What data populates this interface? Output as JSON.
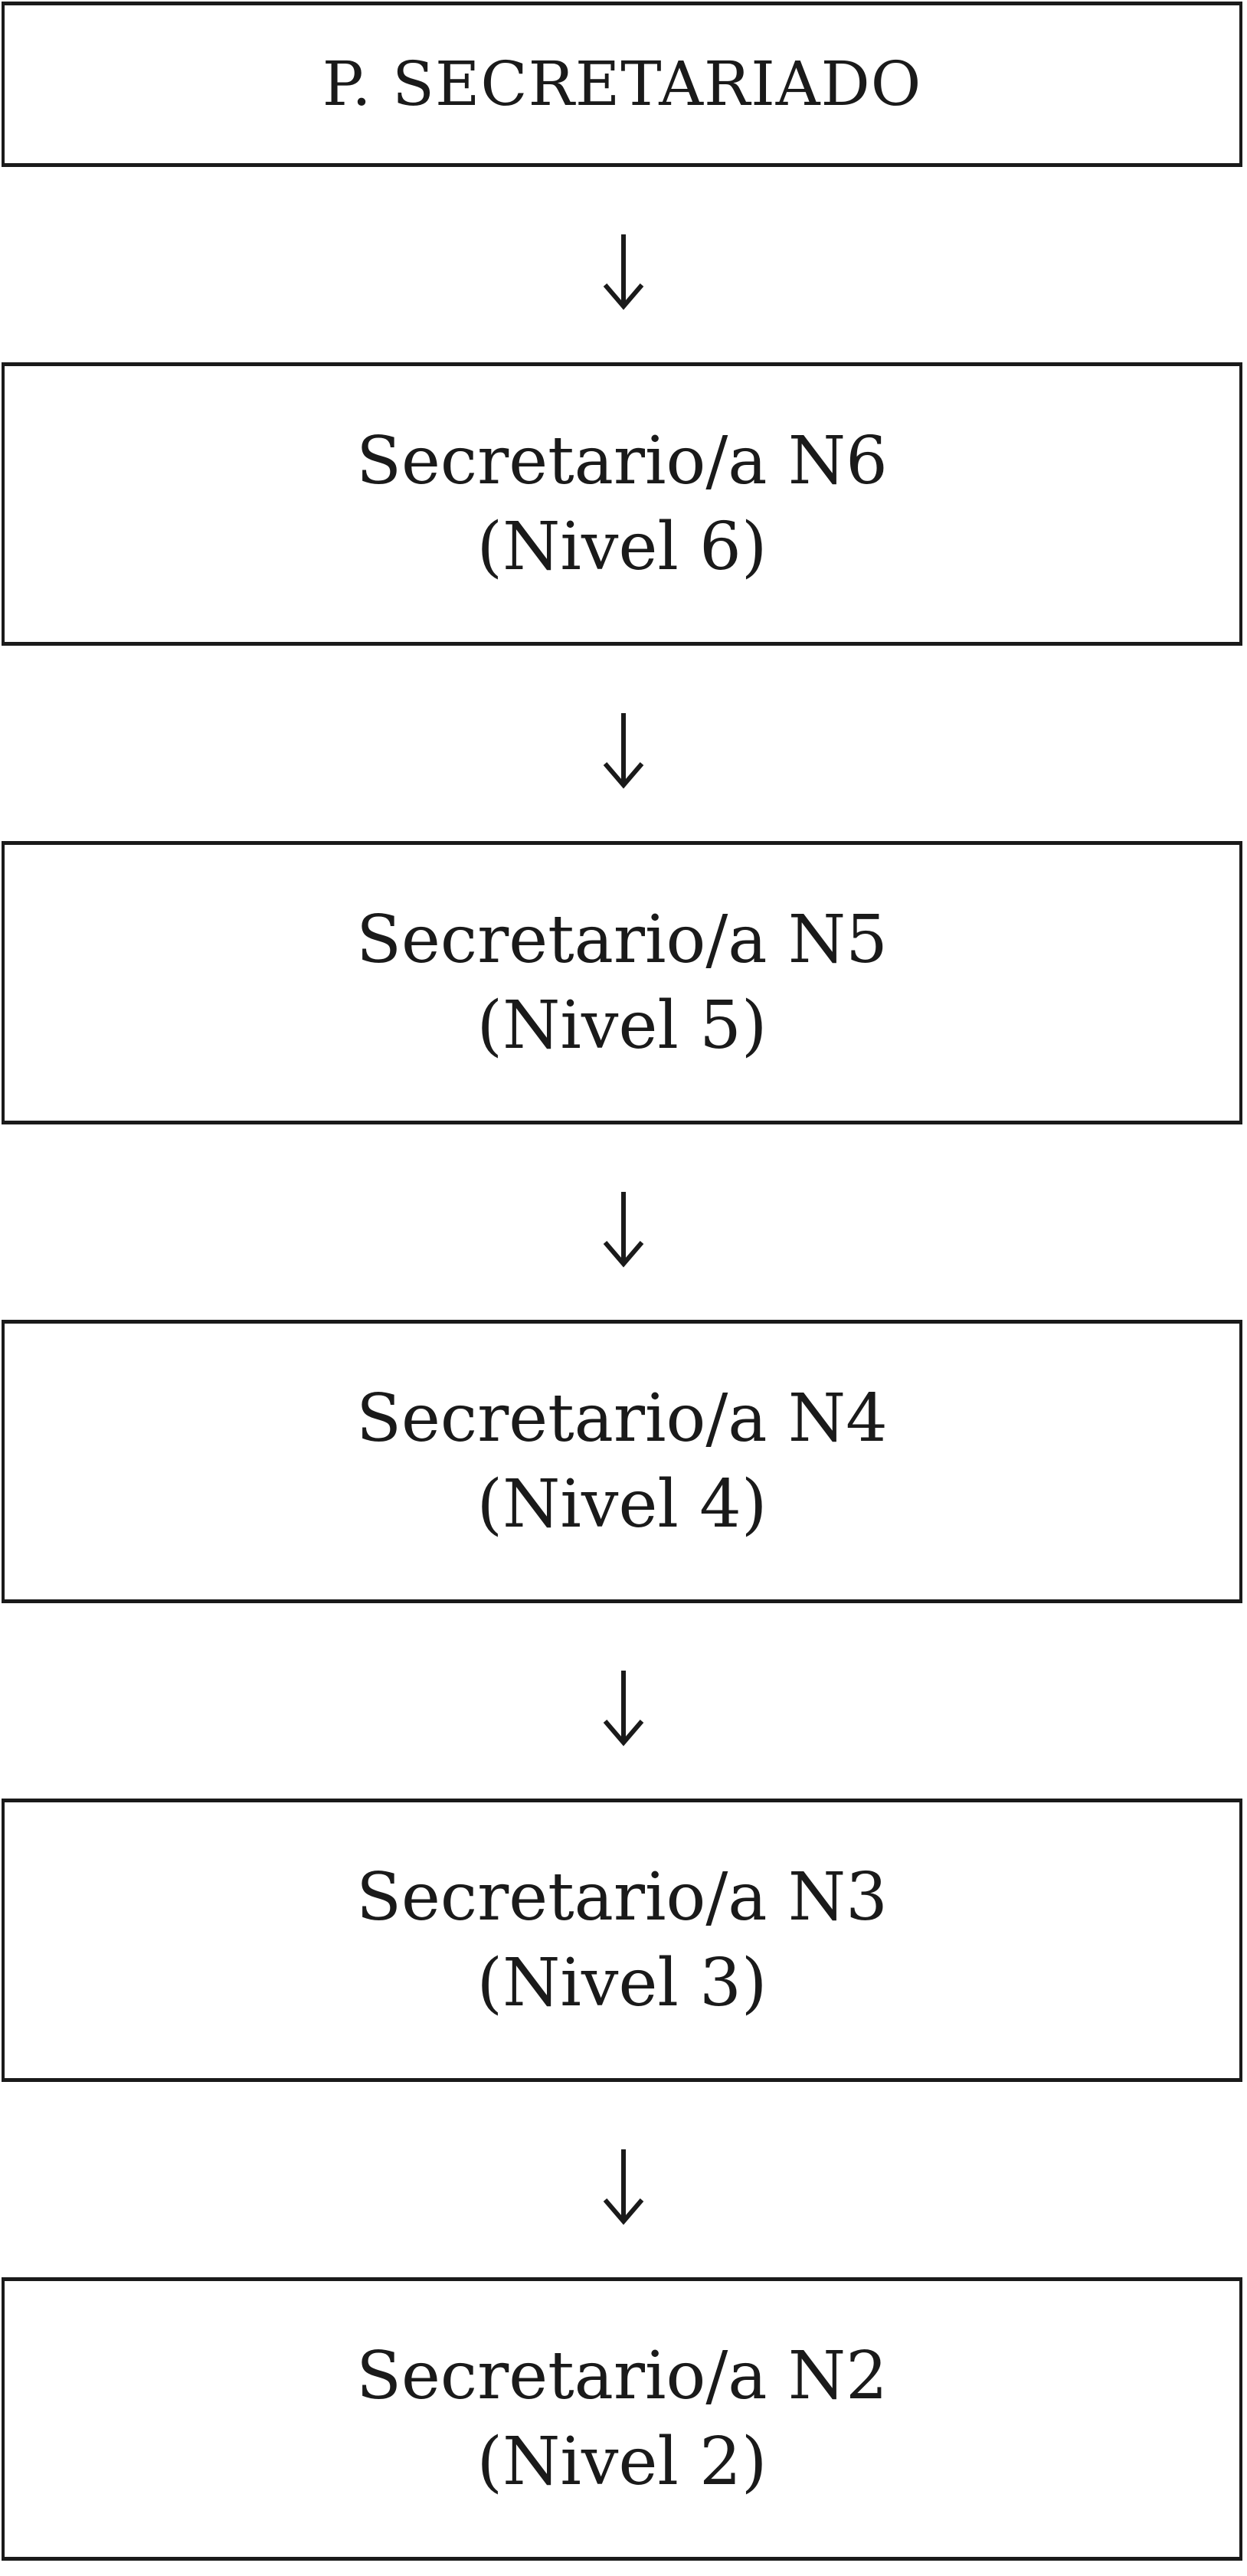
{
  "header": {
    "title": "P. SECRETARIADO"
  },
  "levels": [
    {
      "name": "Secretario/a N6",
      "level": "(Nivel 6)"
    },
    {
      "name": "Secretario/a N5",
      "level": "(Nivel 5)"
    },
    {
      "name": "Secretario/a N4",
      "level": "(Nivel 4)"
    },
    {
      "name": "Secretario/a N3",
      "level": "(Nivel 3)"
    },
    {
      "name": "Secretario/a N2",
      "level": "(Nivel 2)"
    }
  ],
  "colors": {
    "line": "#1a1a1a",
    "background": "#ffffff"
  },
  "icons": {
    "connector": "down-arrow-icon"
  }
}
